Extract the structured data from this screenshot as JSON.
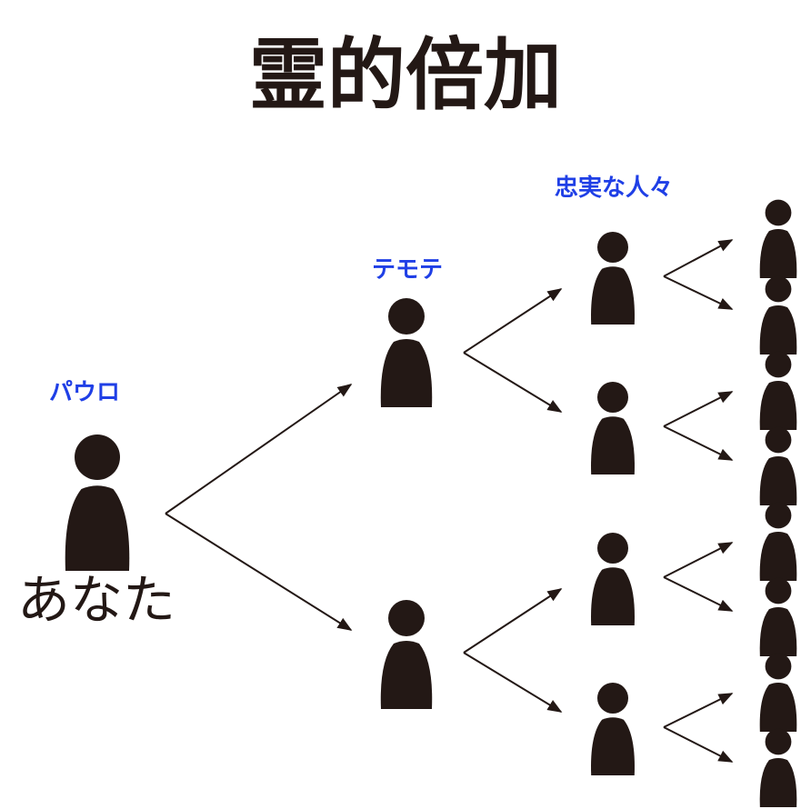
{
  "title": "霊的倍加",
  "labels": {
    "paul": "パウロ",
    "timothy": "テモテ",
    "faithful": "忠実な人々",
    "you": "あなた"
  },
  "colors": {
    "figure": "#231815",
    "label_blue": "#1f3fe6",
    "text": "#231815",
    "arrow": "#231815"
  },
  "tree": {
    "generations": 4,
    "branching": 2
  }
}
